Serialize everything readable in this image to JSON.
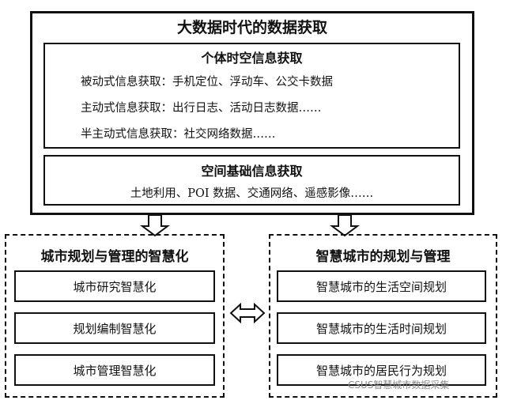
{
  "top": {
    "title": "大数据时代的数据获取",
    "individual": {
      "title": "个体时空信息获取",
      "lines": [
        "被动式信息获取：手机定位、浮动车、公交卡数据",
        "主动式信息获取：出行日志、活动日志数据……",
        "半主动式信息获取：社交网络数据……"
      ]
    },
    "spatial": {
      "title": "空间基础信息获取",
      "line": "土地利用、POI 数据、交通网络、遥感影像……"
    }
  },
  "left_group": {
    "title": "城市规划与管理的智慧化",
    "items": [
      "城市研究智慧化",
      "规划编制智慧化",
      "城市管理智慧化"
    ]
  },
  "right_group": {
    "title": "智慧城市的规划与管理",
    "items": [
      "智慧城市的生活空间规划",
      "智慧城市的生活时间规划",
      "智慧城市的居民行为规划"
    ]
  },
  "watermark": "CSUS智慧城市数据采集"
}
